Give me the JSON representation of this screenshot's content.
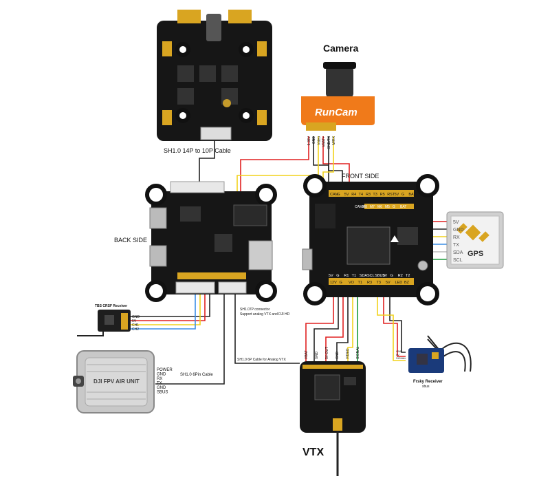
{
  "labels": {
    "camera_title": "Camera",
    "runcam_logo": "RunCam",
    "cable_14p": "SH1.0 14P  to 10P  Cable",
    "front_side": "FRONT SIDE",
    "back_side": "BACK SIDE",
    "tbs_title": "TBS CRSF Receiver",
    "dji_unit": "DJI FPV AIR UNIT",
    "sh_6pin": "SH1.0 6Pin  Cable",
    "sh_7p_line1": "SH1.07P connector",
    "sh_7p_line2": "Support analog VTX and DJI HD",
    "sh_6p_analog": "SH1.0 6P Cable for Analog VTX",
    "vtx": "VTX",
    "frsky_title": "Frsky Receiver",
    "frsky_sub": "sbus",
    "gps": "GPS"
  },
  "camera_pins": [
    "5-36V",
    "GND",
    "Video",
    "VBAT+",
    "GND/TX",
    "M/RX"
  ],
  "gps_pins": [
    "5V",
    "GND",
    "RX",
    "TX",
    "SDA",
    "SCL"
  ],
  "tbs_pins": [
    "GND",
    "5V",
    "CH1",
    "CH2"
  ],
  "dji_pins": [
    "POWER",
    "GND",
    "RX",
    "TX",
    "GND",
    "SBUS"
  ],
  "vtx_pins": [
    "VBAT",
    "GND",
    "5V-OUT",
    "GND",
    "VIDEO",
    "SIGNAL"
  ],
  "frsky_pins": [
    "GND",
    "5V",
    "SIGNAL"
  ],
  "fc_top_pads": [
    "CAM",
    "G",
    "5V",
    "R4",
    "T4",
    "R3",
    "T3",
    "R5",
    "RST",
    "5V",
    "G",
    "BAT"
  ],
  "fc_top_row2": [
    "CAM2",
    "M8",
    "M7",
    "M6",
    "M5",
    "G",
    "BAT"
  ],
  "fc_bottom_pads": [
    "5V",
    "G",
    "R1",
    "T1",
    "SDA",
    "SCL",
    "SBUS",
    "5V",
    "G",
    "R2",
    "T2"
  ],
  "fc_bottom_row2": [
    "12V",
    "G",
    "VO",
    "T1",
    "R3",
    "T3",
    "5V",
    "LED",
    "BZ"
  ],
  "colors": {
    "pcb": "#161616",
    "gold": "#d9a521",
    "camera_orange": "#f07a1a",
    "wire_red": "#e02020",
    "wire_black": "#222222",
    "wire_yellow": "#f2d21b",
    "wire_blue": "#3a8ee6",
    "wire_green": "#1c9c3c",
    "wire_white": "#bbbbbb",
    "dji_silver": "#c8c8c8"
  }
}
